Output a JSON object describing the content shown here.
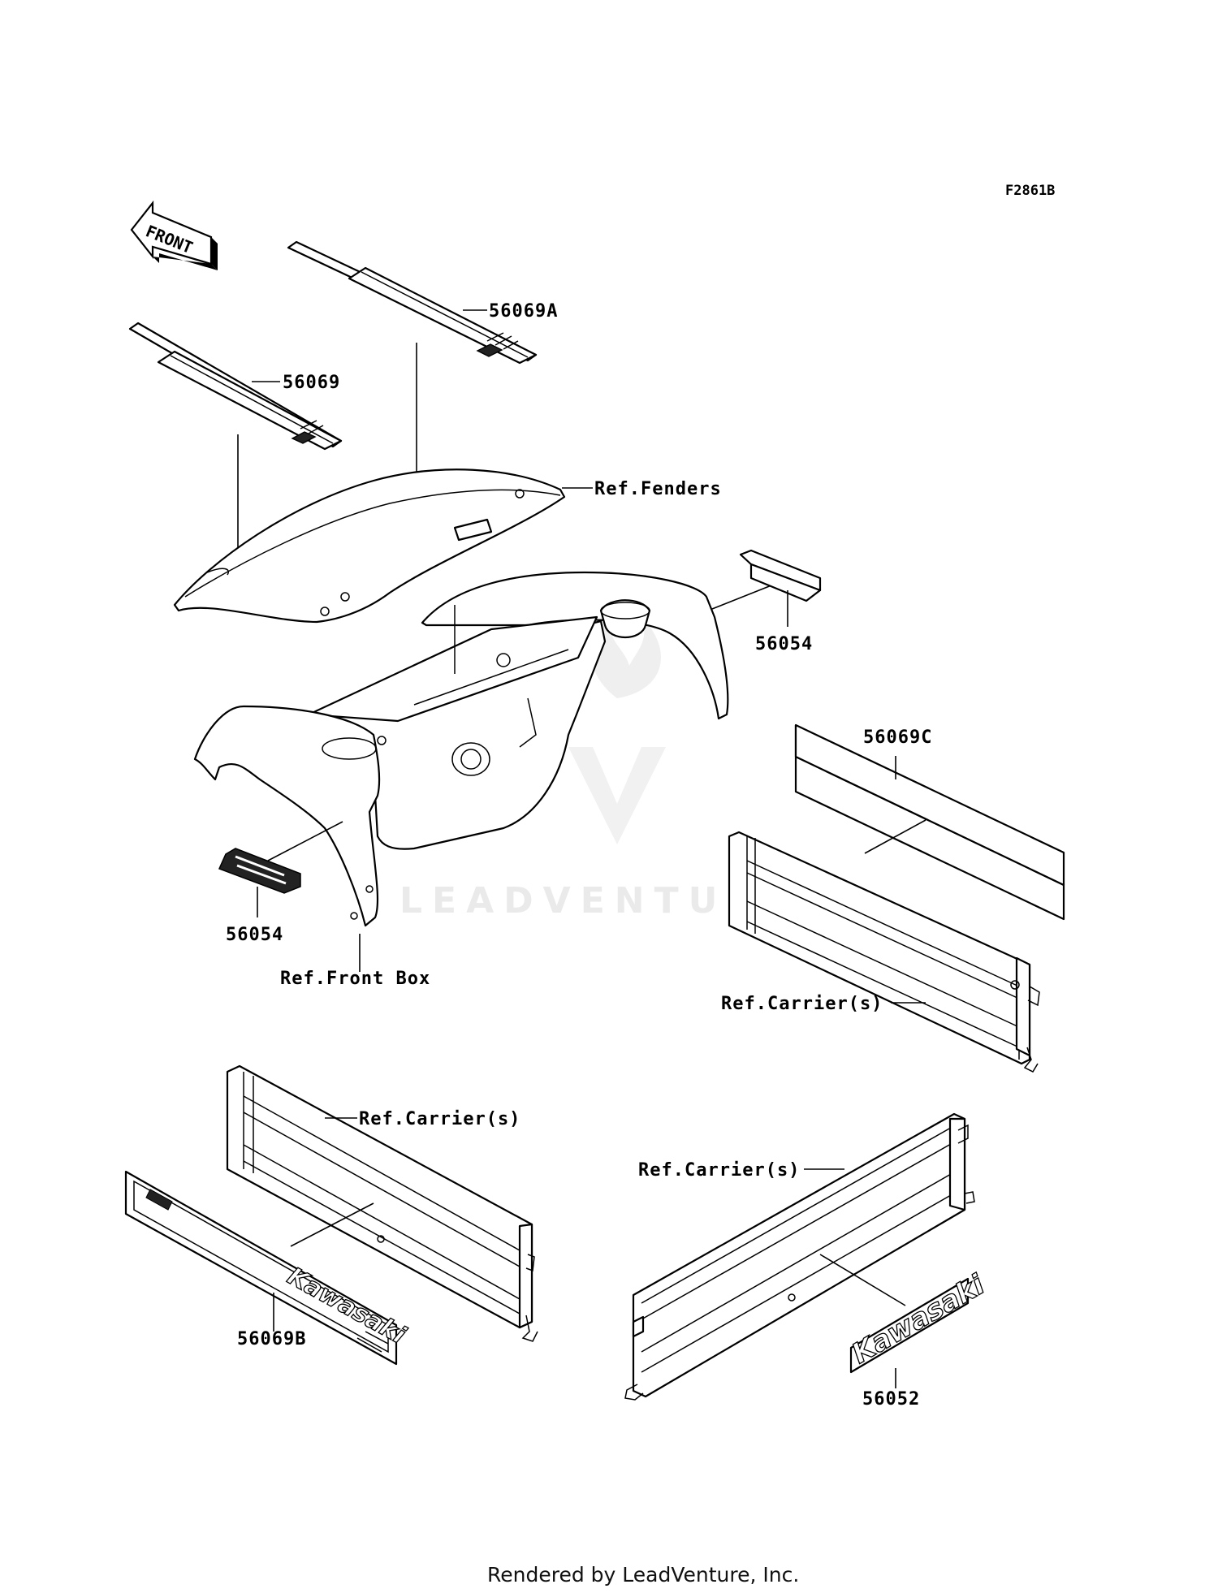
{
  "diagram": {
    "code": "F2861B",
    "front_arrow": "FRONT",
    "watermark": "LEADVENTURE",
    "footer": "Rendered by LeadVenture, Inc.",
    "parts": {
      "p56069A": "56069A",
      "p56069": "56069",
      "p56054_top": "56054",
      "p56054_left": "56054",
      "p56069C": "56069C",
      "p56069B": "56069B",
      "p56052": "56052"
    },
    "refs": {
      "fenders": "Ref.Fenders",
      "front_box": "Ref.Front Box",
      "carrier_right": "Ref.Carrier(s)",
      "carrier_left": "Ref.Carrier(s)",
      "carrier_bottom": "Ref.Carrier(s)"
    },
    "decal_text": {
      "kawasaki_b": "Kawasaki",
      "kawasaki_52": "Kawasaki"
    }
  }
}
